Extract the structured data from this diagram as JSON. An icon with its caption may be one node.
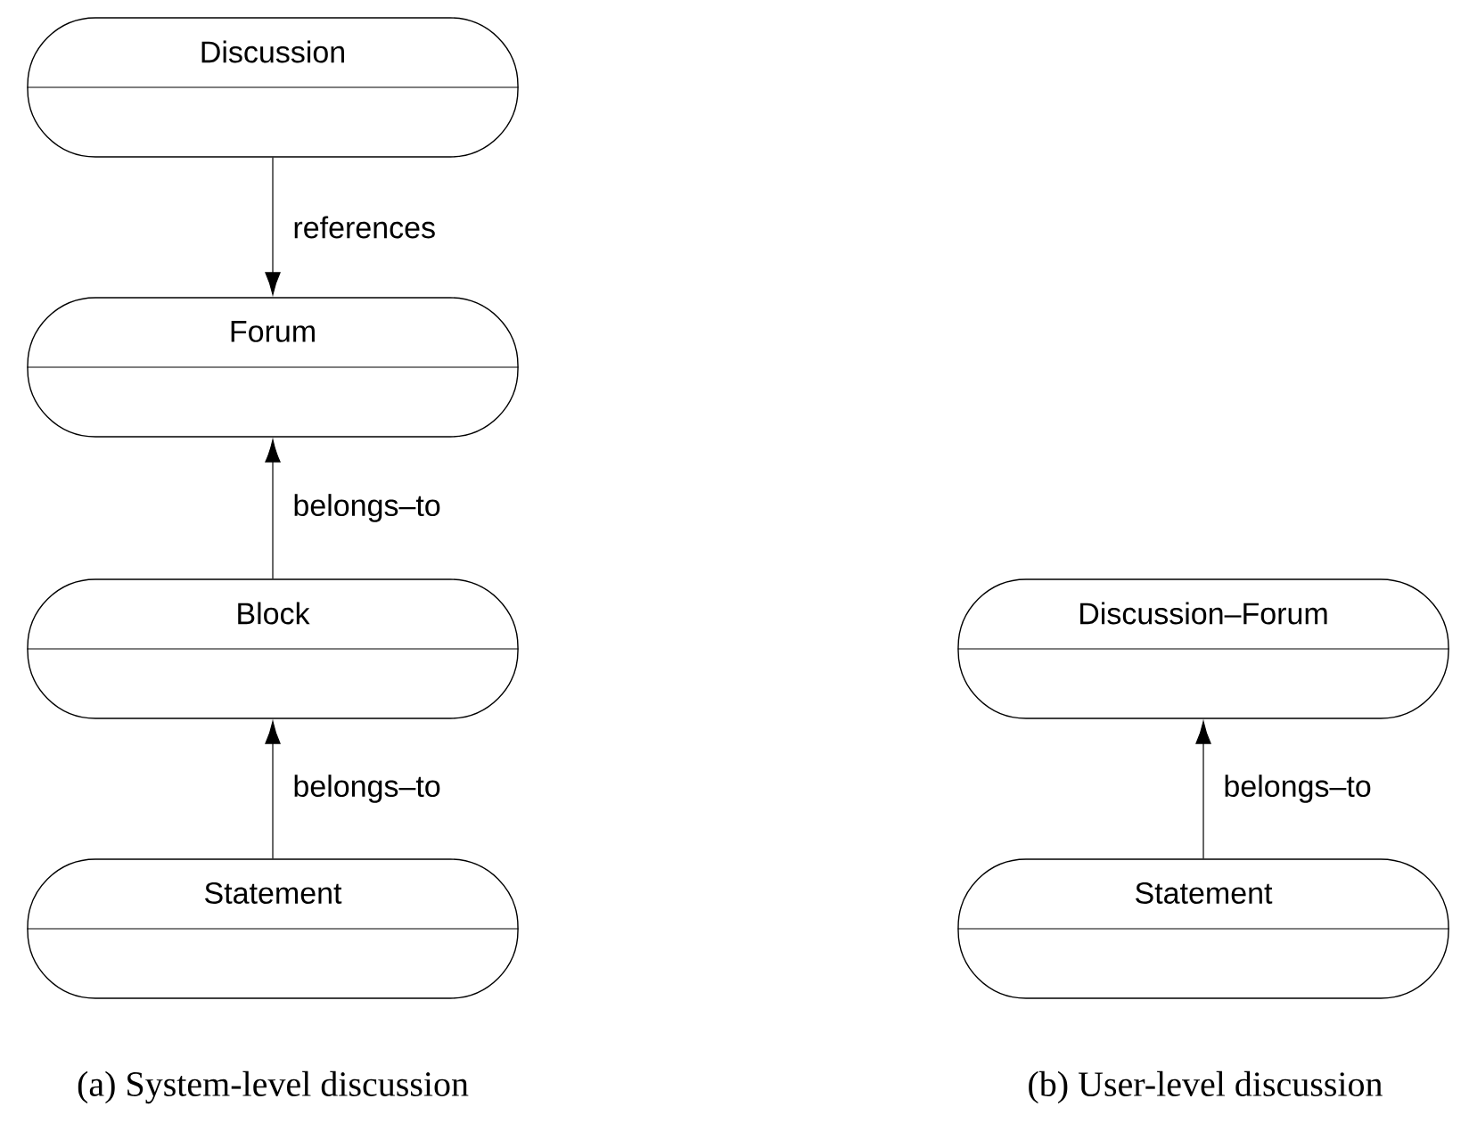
{
  "diagram": {
    "nodes": [
      {
        "text": [
          "Discussion"
        ]
      },
      {
        "text": [
          "Forum"
        ]
      },
      {
        "text": [
          "Block"
        ]
      },
      {
        "text": [
          "Statement"
        ]
      },
      {
        "text": [
          "Discussion–Forum"
        ]
      },
      {
        "text": [
          "Statement"
        ]
      }
    ],
    "edges": [
      {
        "from": 0,
        "to": 1,
        "arrow": "to",
        "label": "references"
      },
      {
        "from": 2,
        "to": 1,
        "arrow": "to",
        "label": "belongs–to"
      },
      {
        "from": 3,
        "to": 2,
        "arrow": "to",
        "label": "belongs–to"
      },
      {
        "from": 5,
        "to": 4,
        "arrow": "to",
        "label": "belongs–to"
      }
    ],
    "labels": [
      "(a) System-level discussion",
      "(b) User-level discussion"
    ]
  }
}
